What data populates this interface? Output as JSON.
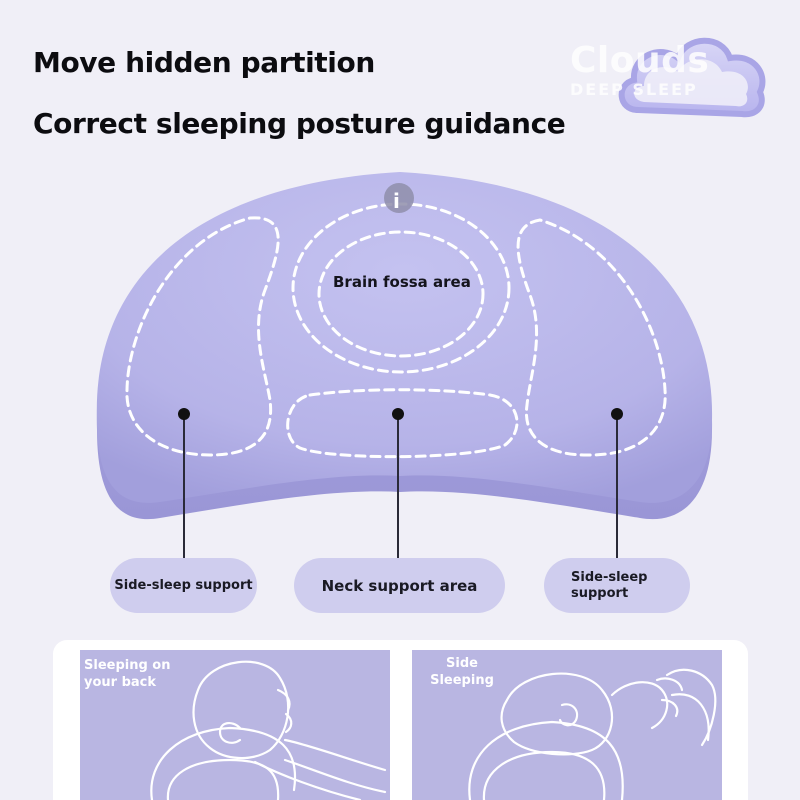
{
  "headline": {
    "line1": "Move hidden partition",
    "line2": "Correct sleeping posture guidance"
  },
  "logo": {
    "main": "Clouds",
    "sub": "DEEP SLEEP"
  },
  "pillow": {
    "brand_mark": "i",
    "brain_label": "Brain fossa area",
    "color": "#b8b6ea"
  },
  "callouts": {
    "left": "Side-sleep support",
    "center": "Neck support area",
    "right": "Side-sleep support"
  },
  "panels": {
    "back_caption": "Sleeping on your back",
    "side_caption": "Side Sleeping"
  },
  "colors": {
    "background": "#f0eff7",
    "pillow": "#b8b6ea",
    "pill": "#cfcdee",
    "panel": "#b9b6e2"
  }
}
